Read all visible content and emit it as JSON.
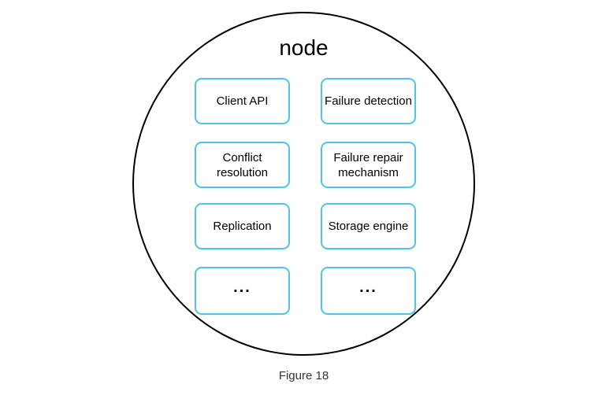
{
  "diagram": {
    "title": "node",
    "caption": "Figure 18",
    "colors": {
      "box_border": "#4FC3E8",
      "circle_outline": "#000000",
      "text": "#000000",
      "caption_text": "#333333"
    },
    "columns": {
      "left": [
        {
          "name": "client-api",
          "lines": [
            "Client API"
          ]
        },
        {
          "name": "conflict-resolution",
          "lines": [
            "Conflict",
            "resolution"
          ]
        },
        {
          "name": "replication",
          "lines": [
            "Replication"
          ]
        },
        {
          "name": "ellipsis-left",
          "lines": [
            "..."
          ]
        }
      ],
      "right": [
        {
          "name": "failure-detection",
          "lines": [
            "Failure detection"
          ]
        },
        {
          "name": "failure-repair-mechanism",
          "lines": [
            "Failure repair",
            "mechanism"
          ]
        },
        {
          "name": "storage-engine",
          "lines": [
            "Storage engine"
          ]
        },
        {
          "name": "ellipsis-right",
          "lines": [
            "..."
          ]
        }
      ]
    }
  }
}
